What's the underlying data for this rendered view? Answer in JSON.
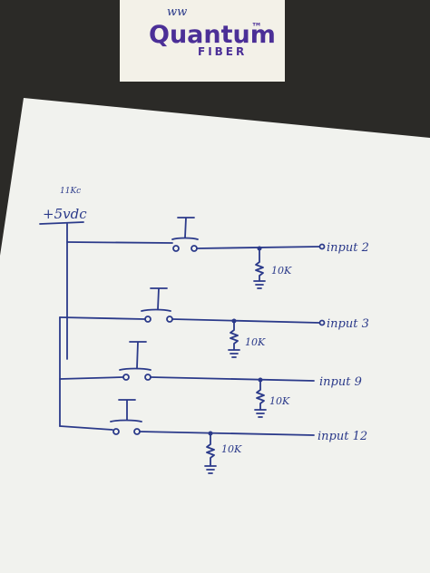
{
  "card": {
    "scribble": "ww",
    "brand": "Quantum",
    "trademark": "™",
    "subbrand": "FIBER"
  },
  "sheet": {
    "corner_note": "11Kc",
    "supply_label": "+5vdc",
    "rows": [
      {
        "resistor": "10K",
        "input": "input 2"
      },
      {
        "resistor": "10K",
        "input": "input 3"
      },
      {
        "resistor": "10K",
        "input": "input 9"
      },
      {
        "resistor": "10K",
        "input": "input 12"
      }
    ]
  },
  "colors": {
    "background": "#2b2a27",
    "paper": "#f1f2ee",
    "card": "#f3f1e8",
    "ink": "#2b3a8a",
    "brand": "#4b2f97"
  }
}
